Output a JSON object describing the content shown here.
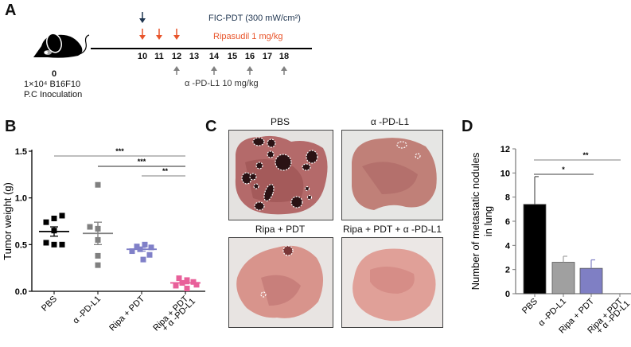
{
  "figure": {
    "panels": {
      "A": {
        "label": "A",
        "day0": "0",
        "inoculation_line1": "1×10⁴ B16F10",
        "inoculation_line2": "P.C Inoculation",
        "days": [
          "10",
          "11",
          "12",
          "13",
          "14",
          "15",
          "16",
          "17",
          "18"
        ],
        "fic_pdt_label": "FIC-PDT (300 mW/cm²)",
        "fic_pdt_days": [
          "10"
        ],
        "ripasudil_label": "Ripasudil 1 mg/kg",
        "ripasudil_days": [
          "10",
          "11",
          "12"
        ],
        "anti_pdl1_label": "α -PD-L1 10 mg/kg",
        "anti_pdl1_days": [
          "12",
          "14",
          "16",
          "18"
        ],
        "colors": {
          "fic_pdt": "#1f3550",
          "ripasudil": "#e8542a",
          "anti_pdl1": "#808080"
        }
      },
      "B": {
        "label": "B"
      },
      "C": {
        "label": "C",
        "images": [
          {
            "title": "PBS"
          },
          {
            "title": "α -PD-L1"
          },
          {
            "title": "Ripa + PDT"
          },
          {
            "title": "Ripa + PDT + α -PD-L1"
          }
        ]
      },
      "D": {
        "label": "D"
      }
    }
  },
  "chart_data": [
    {
      "panel": "B",
      "type": "scatter",
      "title": "",
      "ylabel": "Tumor weight (g)",
      "xlabel": "",
      "ylim": [
        0,
        1.5
      ],
      "yticks": [
        "0.0",
        "0.5",
        "1.0",
        "1.5"
      ],
      "categories": [
        "PBS",
        "α -PD-L1",
        "Ripa + PDT",
        "Ripa + PDT + α -PD-L1"
      ],
      "series": [
        {
          "name": "PBS",
          "color": "#000000",
          "values": [
            0.74,
            0.78,
            0.81,
            0.65,
            0.52,
            0.5,
            0.5
          ],
          "mean": 0.64,
          "sem": 0.05
        },
        {
          "name": "α -PD-L1",
          "color": "#808080",
          "values": [
            1.14,
            0.69,
            0.67,
            0.55,
            0.38,
            0.28
          ],
          "mean": 0.62,
          "sem": 0.12
        },
        {
          "name": "Ripa + PDT",
          "color": "#8080c8",
          "values": [
            0.48,
            0.5,
            0.47,
            0.45,
            0.43,
            0.39,
            0.34
          ],
          "mean": 0.45,
          "sem": 0.02
        },
        {
          "name": "Ripa + PDT + α -PD-L1",
          "color": "#e8609a",
          "values": [
            0.14,
            0.12,
            0.1,
            0.09,
            0.07,
            0.06,
            0.03
          ],
          "mean": 0.09,
          "sem": 0.01
        }
      ],
      "significance": [
        {
          "from": "PBS",
          "to": "Ripa + PDT + α -PD-L1",
          "label": "***"
        },
        {
          "from": "α -PD-L1",
          "to": "Ripa + PDT + α -PD-L1",
          "label": "***"
        },
        {
          "from": "Ripa + PDT",
          "to": "Ripa + PDT + α -PD-L1",
          "label": "**"
        }
      ]
    },
    {
      "panel": "D",
      "type": "bar",
      "title": "",
      "ylabel": "Number of metastatic nodules in lung",
      "xlabel": "",
      "ylim": [
        0,
        12
      ],
      "yticks": [
        "0",
        "2",
        "4",
        "6",
        "8",
        "10",
        "12"
      ],
      "categories": [
        "PBS",
        "α -PD-L1",
        "Ripa + PDT",
        "Ripa + PDT + α -PD-L1"
      ],
      "values": [
        7.4,
        2.6,
        2.1,
        0
      ],
      "errors": [
        2.3,
        0.5,
        0.7,
        0
      ],
      "colors": [
        "#000000",
        "#a0a0a0",
        "#7f7fc4",
        "#ffffff"
      ],
      "significance": [
        {
          "from": "PBS",
          "to": "Ripa + PDT + α -PD-L1",
          "label": "**"
        },
        {
          "from": "PBS",
          "to": "Ripa + PDT",
          "label": "*"
        }
      ]
    }
  ]
}
